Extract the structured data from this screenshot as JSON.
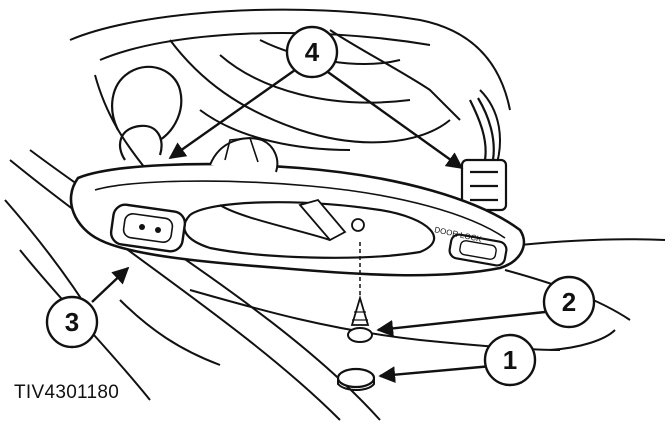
{
  "figure": {
    "id_label": "TIV4301180",
    "panel_text": "DOOR LOCK"
  },
  "callouts": [
    {
      "number": "1",
      "part": "cap"
    },
    {
      "number": "2",
      "part": "screw"
    },
    {
      "number": "3",
      "part": "trim-panel-switch"
    },
    {
      "number": "4",
      "part": "electrical-connectors"
    }
  ],
  "colors": {
    "ink": "#111111",
    "paper": "#ffffff"
  }
}
